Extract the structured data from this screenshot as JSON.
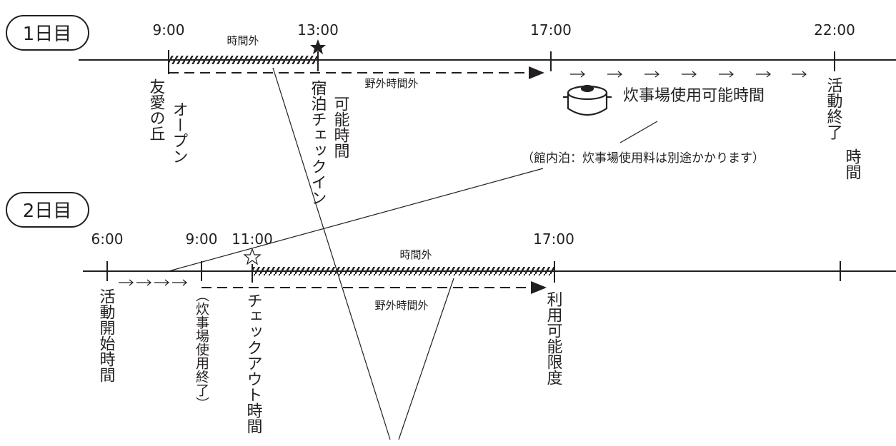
{
  "day1": {
    "badge": "1日目",
    "times": [
      "9:00",
      "13:00",
      "17:00",
      "22:00"
    ],
    "outside_hours_top": "時間外",
    "outdoor_outside_hours": "野外時間外",
    "vlabel_open_1": "友愛の丘",
    "vlabel_open_2": "オープン",
    "vlabel_checkin_1": "宿泊チェックイン",
    "vlabel_checkin_2": "可能時間",
    "vlabel_end_1": "活動終了",
    "vlabel_end_2": "時間",
    "kitchen_label": "炊事場使用可能時間",
    "kitchen_note": "（館内泊：炊事場使用料は別途かかります）",
    "icons": [
      "black-star-icon",
      "cooking-pot-icon",
      "right-arrow-icon"
    ]
  },
  "day2": {
    "badge": "2日目",
    "times": [
      "6:00",
      "9:00",
      "11:00",
      "17:00"
    ],
    "outside_hours_top": "時間外",
    "outdoor_outside_hours": "野外時間外",
    "vlabel_start": "活動開始時間",
    "vlabel_kitchen_end": "（炊事場使用終了）",
    "vlabel_checkout": "チェックアウト時間",
    "vlabel_limit": "利用可能限度",
    "icons": [
      "white-star-icon",
      "right-arrow-icon"
    ]
  }
}
